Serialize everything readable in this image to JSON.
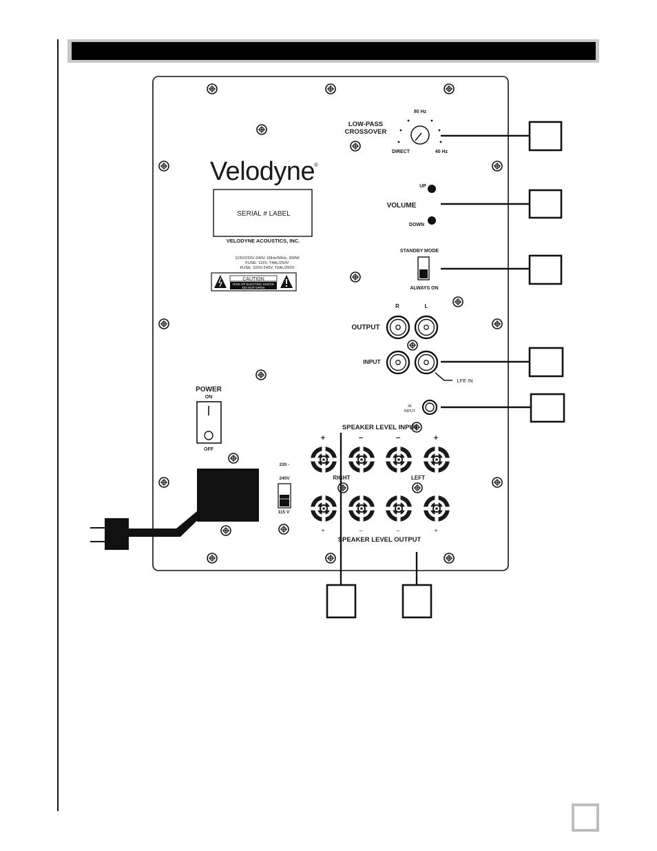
{
  "header_bar": {
    "title": ""
  },
  "brand": {
    "logo": "Velodyne",
    "registered": "®",
    "company": "VELODYNE ACOUSTICS, INC."
  },
  "serial_label": "SERIAL # LABEL",
  "ratings": [
    "115V/220V-240V, 60Hz/50Hz, 300W",
    "FUSE: 115V, T4AL/250V",
    "FUSE: 220V-240V, T2AL/250V"
  ],
  "caution": {
    "title": "CAUTION",
    "line1": "RISK OF ELECTRIC SHOCK",
    "line2": "DO NOT OPEN",
    "icons": [
      "lightning-warning-icon",
      "exclamation-warning-icon"
    ]
  },
  "crossover": {
    "label_line1": "LOW-PASS",
    "label_line2": "CROSSOVER",
    "top": "80 Hz",
    "left": "DIRECT",
    "right": "40 Hz"
  },
  "volume": {
    "label": "VOLUME",
    "up": "UP",
    "down": "DOWN"
  },
  "standby": {
    "top": "STANDBY MODE",
    "bottom": "ALWAYS ON"
  },
  "rca": {
    "r": "R",
    "l": "L",
    "output": "OUTPUT",
    "input": "INPUT",
    "lfe": "LFE  IN"
  },
  "ir": {
    "line1": "IR",
    "line2": "INPUT"
  },
  "speaker": {
    "input_title": "SPEAKER LEVEL INPUT",
    "output_title": "SPEAKER LEVEL OUTPUT",
    "right": "RIGHT",
    "left": "LEFT",
    "top_polarity": [
      "+",
      "−",
      "−",
      "+"
    ],
    "bottom_polarity": [
      "+",
      "−",
      "−",
      "+"
    ]
  },
  "power": {
    "label": "POWER",
    "on": "ON",
    "off": "OFF"
  },
  "voltage": {
    "line1": "220 -",
    "line2": "240V",
    "bottom": "115 V"
  },
  "callouts": [
    "",
    "",
    "",
    "",
    "",
    "",
    ""
  ],
  "page_number": ""
}
